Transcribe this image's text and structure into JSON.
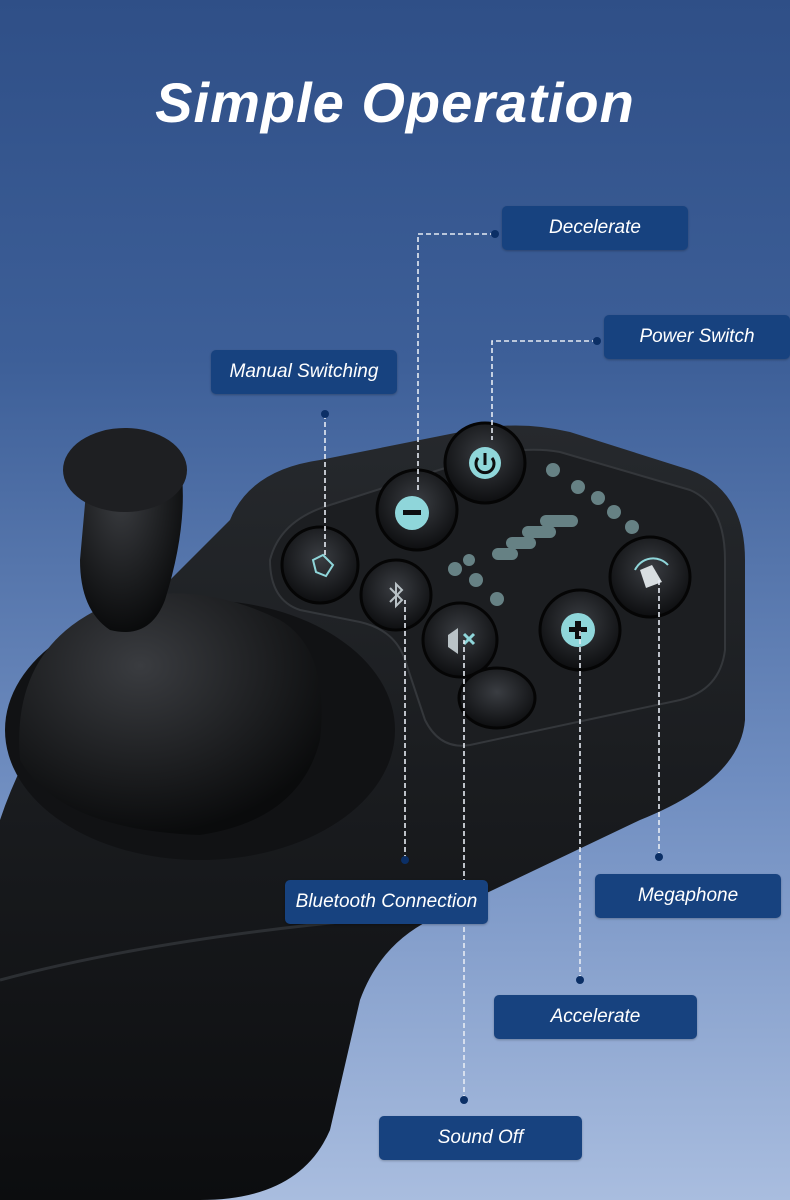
{
  "title": "Simple Operation",
  "labels": {
    "decelerate": "Decelerate",
    "power_switch": "Power Switch",
    "manual_switching": "Manual Switching",
    "bluetooth_connection": "Bluetooth Connection",
    "megaphone": "Megaphone",
    "accelerate": "Accelerate",
    "sound_off": "Sound Off"
  },
  "colors": {
    "label_bg": "#17427f",
    "button_accent": "#8fd6da",
    "controller_body": "#17191c"
  }
}
